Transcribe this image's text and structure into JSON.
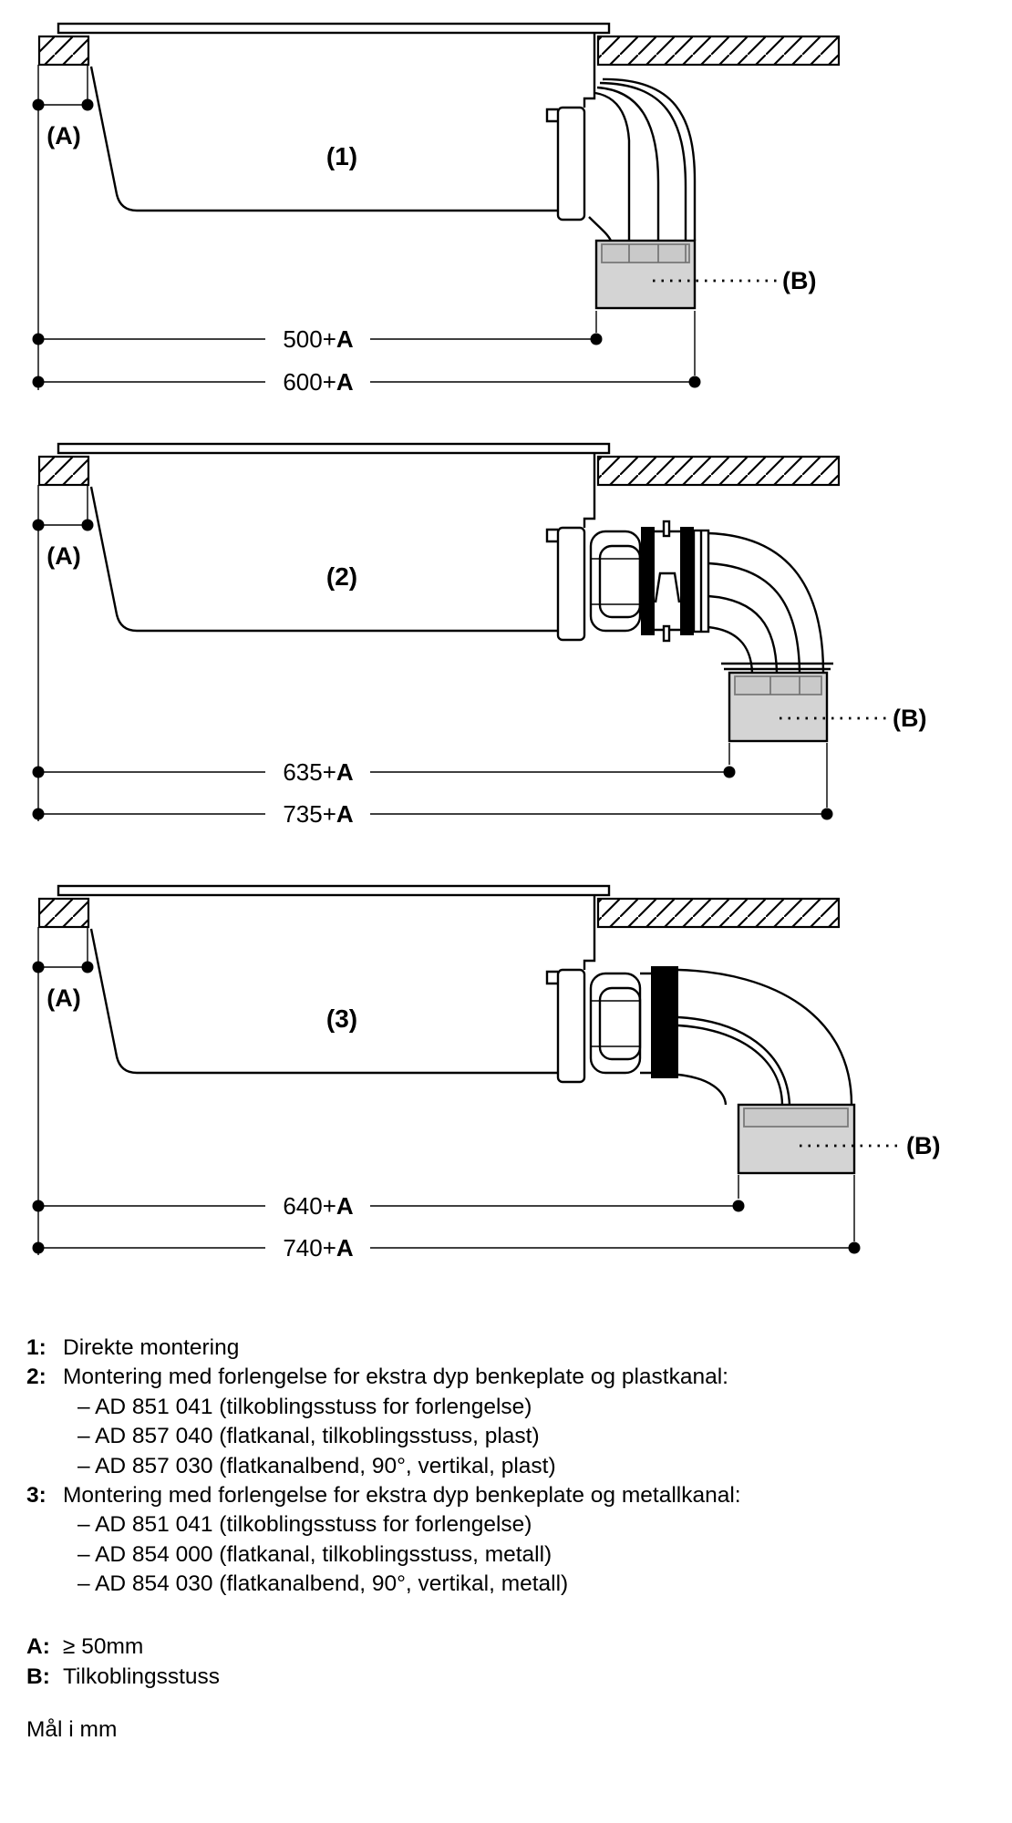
{
  "page": {
    "background": "#ffffff",
    "line_color": "#000000",
    "connector_box_fill": "#d4d4d4",
    "connector_box_inner_fill": "#c9c9c9",
    "connector_box_inner_stroke": "#7a7a7a"
  },
  "figure": {
    "a_label": "(A)",
    "b_label": "(B)",
    "diagrams": [
      {
        "number_label": "(1)",
        "dims": [
          {
            "prefix": "500+",
            "suffix": "A"
          },
          {
            "prefix": "600+",
            "suffix": "A"
          }
        ]
      },
      {
        "number_label": "(2)",
        "dims": [
          {
            "prefix": "635+",
            "suffix": "A"
          },
          {
            "prefix": "735+",
            "suffix": "A"
          }
        ]
      },
      {
        "number_label": "(3)",
        "dims": [
          {
            "prefix": "640+",
            "suffix": "A"
          },
          {
            "prefix": "740+",
            "suffix": "A"
          }
        ]
      }
    ]
  },
  "notes": [
    {
      "num": "1:",
      "text": "Direkte montering"
    },
    {
      "num": "2:",
      "text": "Montering med forlengelse for ekstra dyp benkeplate og plastkanal:",
      "items": [
        "– AD 851 041 (tilkoblingsstuss for forlengelse)",
        "– AD 857 040 (flatkanal, tilkoblingsstuss, plast)",
        "– AD 857 030 (flatkanalbend, 90°, vertikal, plast)"
      ]
    },
    {
      "num": "3:",
      "text": "Montering med forlengelse for ekstra dyp benkeplate og metallkanal:",
      "items": [
        "– AD 851 041 (tilkoblingsstuss for forlengelse)",
        "– AD 854 000 (flatkanal, tilkoblingsstuss, metall)",
        "– AD 854 030 (flatkanalbend, 90°, vertikal, metall)"
      ]
    }
  ],
  "legend": [
    {
      "key": "A:",
      "value": "≥ 50mm"
    },
    {
      "key": "B:",
      "value": "Tilkoblingsstuss"
    }
  ],
  "units_note": "Mål i mm"
}
